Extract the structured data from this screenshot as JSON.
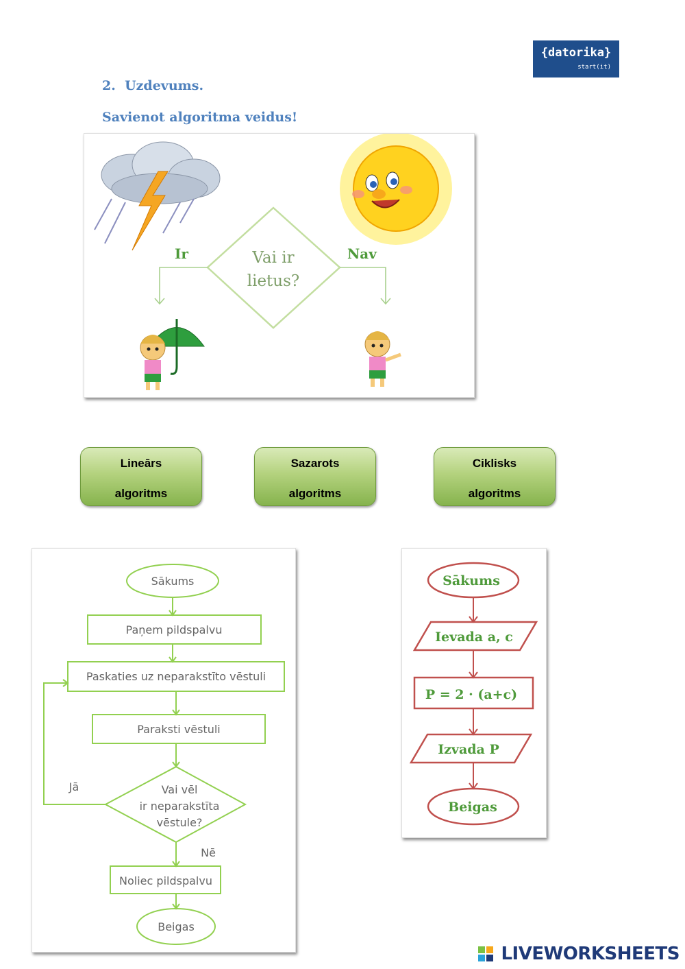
{
  "logo": {
    "brand": "{datorika}",
    "tagline": "start(it)"
  },
  "task": {
    "number": "2.",
    "title": "Uzdevums.",
    "instruction": "Savienot algoritma veidus!"
  },
  "weather_flowchart": {
    "condition_line1": "Vai ir",
    "condition_line2": "lietus?",
    "yes_label": "Ir",
    "no_label": "Nav"
  },
  "categories": [
    {
      "line1": "Lineārs",
      "line2": "algoritms"
    },
    {
      "line1": "Sazarots",
      "line2": "algoritms"
    },
    {
      "line1": "Ciklisks",
      "line2": "algoritms"
    }
  ],
  "letter_flowchart": {
    "start": "Sākums",
    "step1": "Paņem pildspalvu",
    "step2": "Paskaties uz neparakstīto vēstuli",
    "step3": "Paraksti vēstuli",
    "decision_line1": "Vai vēl",
    "decision_line2": "ir neparakstīta",
    "decision_line3": "vēstule?",
    "yes_label": "Jā",
    "no_label": "Nē",
    "step4": "Noliec pildspalvu",
    "end": "Beigas",
    "color": "#92d050"
  },
  "perimeter_flowchart": {
    "start": "Sākums",
    "input": "Ievada a, c",
    "process": "P = 2 · (a+c)",
    "output": "Izvada P",
    "end": "Beigas",
    "color": "#c0504d",
    "text_color": "#4e9a3a"
  },
  "footer": {
    "brand": "LIVEWORKSHEETS"
  }
}
